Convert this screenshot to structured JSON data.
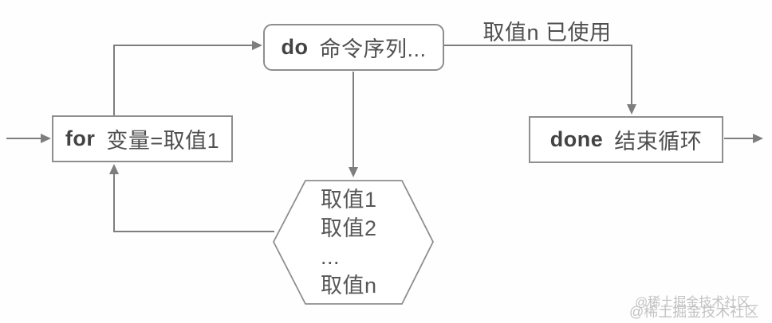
{
  "diagram": {
    "title_hint": "shell for-loop flowchart",
    "nodes": {
      "for_box": {
        "keyword": "for",
        "label": "变量=取值1"
      },
      "do_box": {
        "keyword": "do",
        "label": "命令序列..."
      },
      "done_box": {
        "keyword": "done",
        "label": "结束循环"
      },
      "values_hexagon": {
        "lines": [
          "取值1",
          "取值2",
          "...",
          "取值n"
        ]
      }
    },
    "edges": {
      "do_to_done_label": "取值n 已使用"
    },
    "colors": {
      "background": "#fefefe",
      "node_border": "#8e8e8e",
      "connector": "#7e7e7e",
      "text": "#4f4f4f",
      "keyword_text": "#434343",
      "watermark": "#c2c2c2"
    },
    "watermark": {
      "line1": "@稀土掘金技术社区",
      "line2": "@稀土掘金技术社区"
    }
  }
}
